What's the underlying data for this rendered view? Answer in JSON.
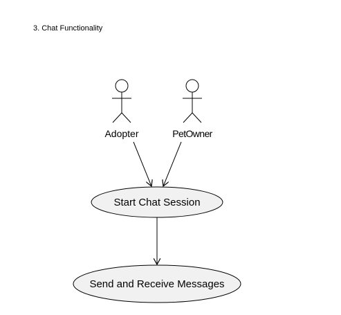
{
  "document": {
    "heading": "3. Chat Functionality"
  },
  "diagram": {
    "actors": [
      {
        "id": "adopter",
        "label": "Adopter"
      },
      {
        "id": "petowner",
        "label": "PetOwner"
      }
    ],
    "use_cases": [
      {
        "id": "start",
        "label": "Start Chat Session"
      },
      {
        "id": "send",
        "label": "Send and Receive Messages"
      }
    ],
    "relations": [
      {
        "from": "adopter",
        "to": "start",
        "type": "association-arrow"
      },
      {
        "from": "petowner",
        "to": "start",
        "type": "association-arrow"
      },
      {
        "from": "start",
        "to": "send",
        "type": "association-arrow"
      }
    ],
    "colors": {
      "use_case_fill": "#f1f1f1",
      "stroke": "#000000"
    }
  }
}
